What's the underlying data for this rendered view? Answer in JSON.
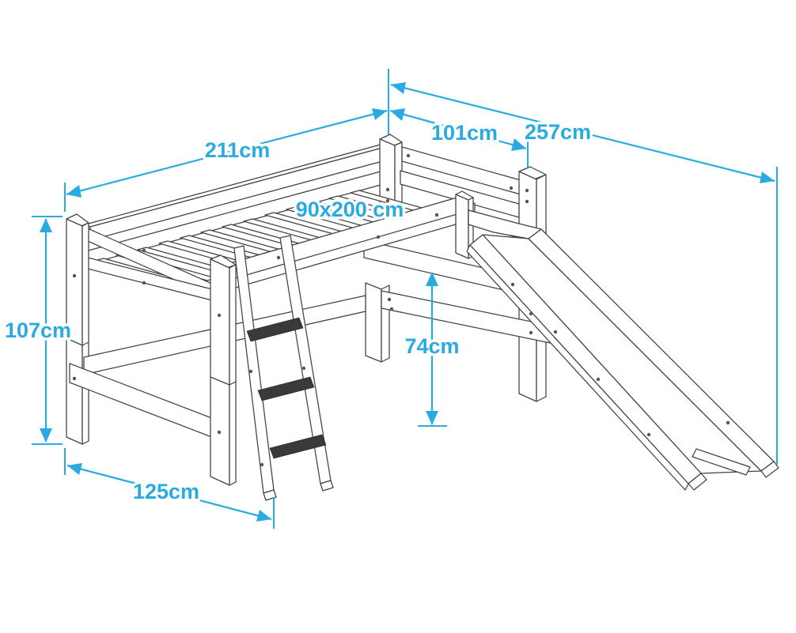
{
  "diagram": {
    "colors": {
      "accent": "#29abe2",
      "linework": "#424242",
      "step_fill": "#3a3a3a",
      "background": "#ffffff"
    },
    "dimension_labels": {
      "bed_length": "211cm",
      "head_width": "101cm",
      "length_with_slide": "257cm",
      "overall_height": "107cm",
      "under_bed_clearance": "74cm",
      "depth_with_ladder": "125cm",
      "mattress_size": "90x200 cm"
    }
  }
}
